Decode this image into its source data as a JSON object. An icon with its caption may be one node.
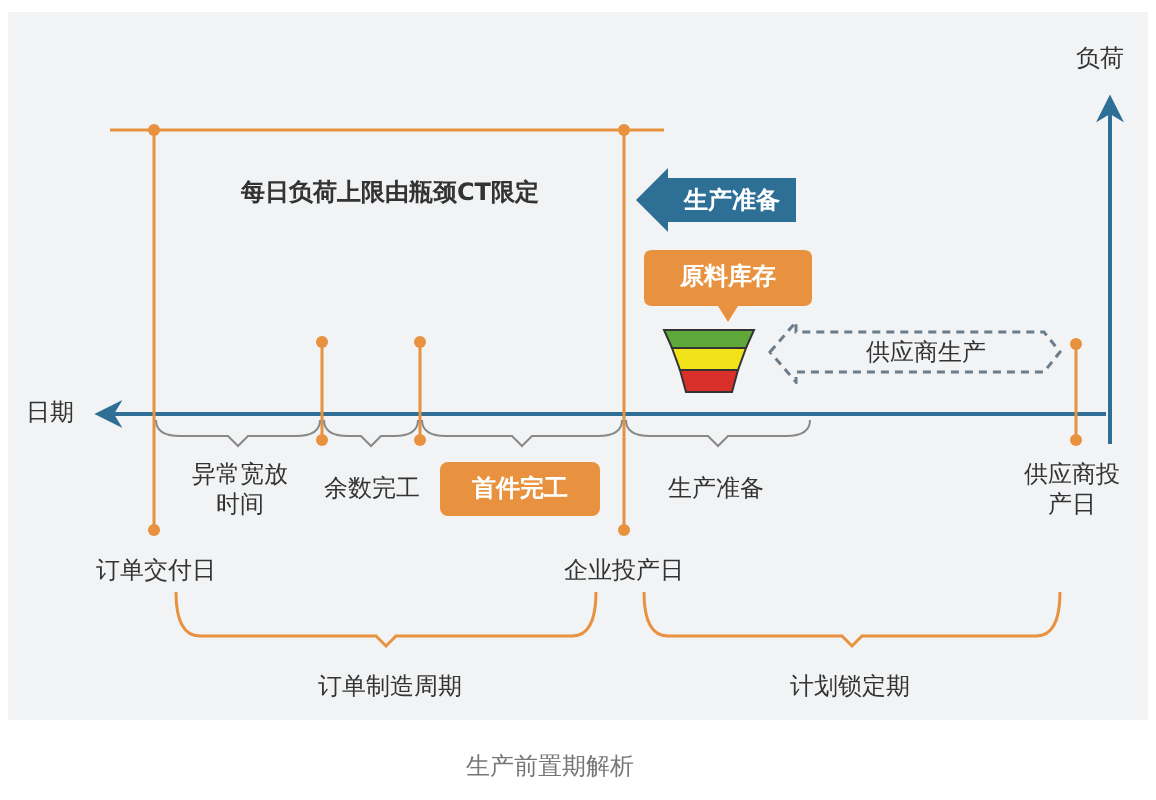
{
  "diagram": {
    "caption": "生产前置期解析",
    "nodes": [
      {
        "text": [
          "生产准备"
        ]
      },
      {
        "text": [
          "原料库存"
        ]
      },
      {
        "text": [
          "供应商生产"
        ]
      },
      {
        "text": [
          "首件完工"
        ]
      }
    ],
    "labels": [
      "负荷",
      "每日负荷上限由瓶颈CT限定",
      "日期",
      "异常宽放时间",
      "余数完工",
      "生产准备",
      "供应商投产日",
      "订单交付日",
      "企业投产日",
      "订单制造周期",
      "计划锁定期"
    ]
  }
}
